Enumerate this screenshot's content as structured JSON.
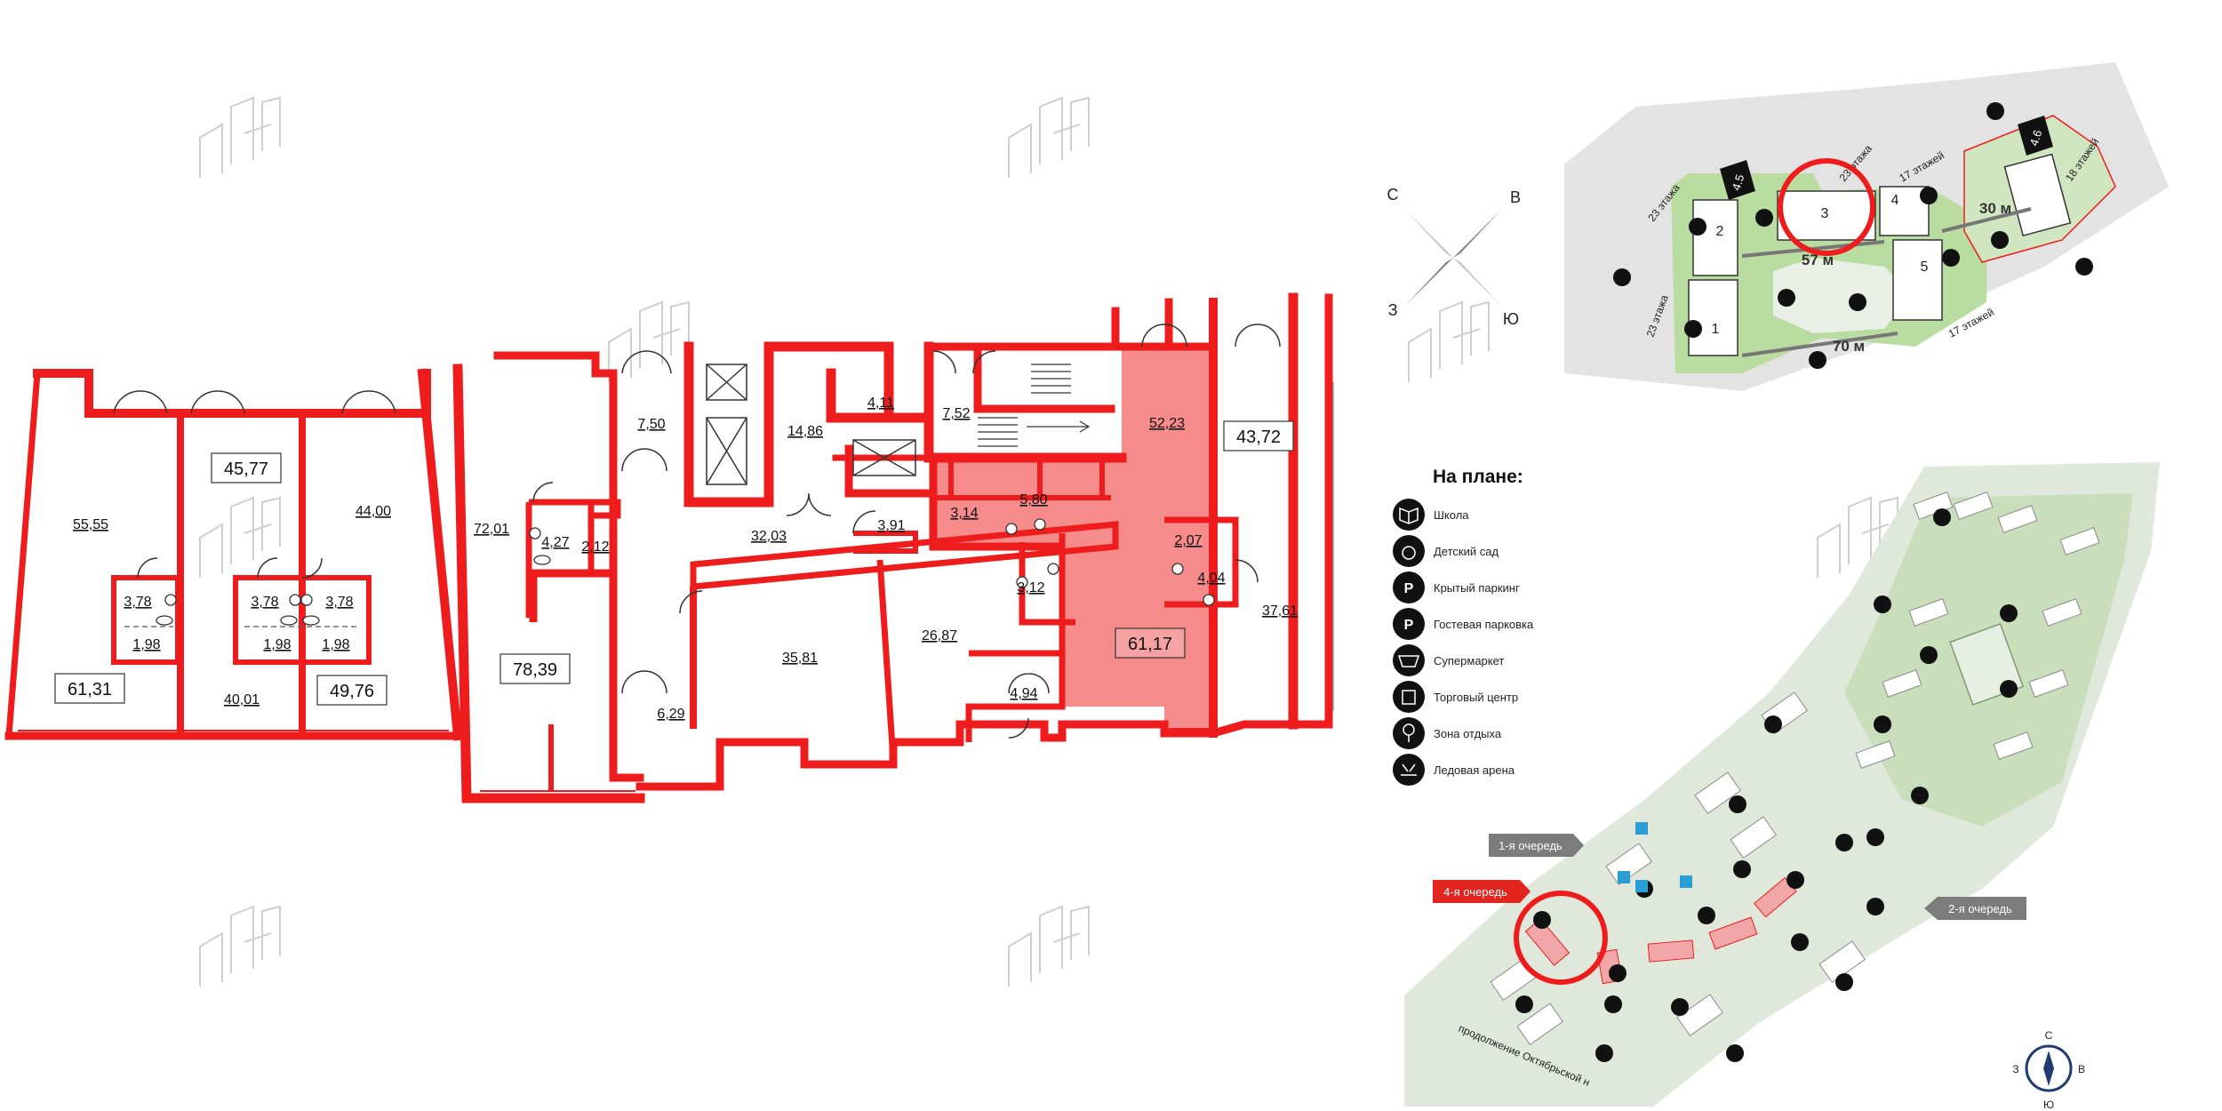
{
  "floor_plan": {
    "areas": [
      {
        "id": "a1",
        "value": "55,55",
        "boxed": false
      },
      {
        "id": "a2",
        "value": "45,77",
        "boxed": true
      },
      {
        "id": "a3",
        "value": "44,00",
        "boxed": false
      },
      {
        "id": "a4",
        "value": "3,78",
        "boxed": false
      },
      {
        "id": "a5",
        "value": "1,98",
        "boxed": false
      },
      {
        "id": "a6",
        "value": "3,78",
        "boxed": false
      },
      {
        "id": "a7",
        "value": "3,78",
        "boxed": false
      },
      {
        "id": "a8",
        "value": "1,98",
        "boxed": false
      },
      {
        "id": "a9",
        "value": "1,98",
        "boxed": false
      },
      {
        "id": "a10",
        "value": "61,31",
        "boxed": true
      },
      {
        "id": "a11",
        "value": "40,01",
        "boxed": false
      },
      {
        "id": "a12",
        "value": "49,76",
        "boxed": true
      },
      {
        "id": "a13",
        "value": "72,01",
        "boxed": false
      },
      {
        "id": "a14",
        "value": "4,27",
        "boxed": false
      },
      {
        "id": "a15",
        "value": "2,12",
        "boxed": false
      },
      {
        "id": "a16",
        "value": "78,39",
        "boxed": true
      },
      {
        "id": "a17",
        "value": "7,50",
        "boxed": false
      },
      {
        "id": "a18",
        "value": "14,86",
        "boxed": false
      },
      {
        "id": "a19",
        "value": "4,11",
        "boxed": false
      },
      {
        "id": "a20",
        "value": "7,52",
        "boxed": false
      },
      {
        "id": "a21",
        "value": "32,03",
        "boxed": false
      },
      {
        "id": "a22",
        "value": "3,91",
        "boxed": false
      },
      {
        "id": "a23",
        "value": "3,14",
        "boxed": false
      },
      {
        "id": "a24",
        "value": "5,80",
        "boxed": false
      },
      {
        "id": "a25",
        "value": "52,23",
        "boxed": false
      },
      {
        "id": "a26",
        "value": "43,72",
        "boxed": true
      },
      {
        "id": "a27",
        "value": "2,07",
        "boxed": false
      },
      {
        "id": "a28",
        "value": "4,04",
        "boxed": false
      },
      {
        "id": "a29",
        "value": "3,12",
        "boxed": false
      },
      {
        "id": "a30",
        "value": "61,17",
        "boxed": true
      },
      {
        "id": "a31",
        "value": "37,61",
        "boxed": false
      },
      {
        "id": "a32",
        "value": "35,81",
        "boxed": false
      },
      {
        "id": "a33",
        "value": "26,87",
        "boxed": false
      },
      {
        "id": "a34",
        "value": "4,94",
        "boxed": false
      },
      {
        "id": "a35",
        "value": "6,29",
        "boxed": false
      }
    ]
  },
  "compass": {
    "n": "С",
    "e": "В",
    "s": "Ю",
    "w": "З"
  },
  "site_plan": {
    "buildings": [
      "1",
      "2",
      "3",
      "4",
      "5"
    ],
    "badges": [
      "4.5",
      "4.6"
    ],
    "floors": [
      "23 этажа",
      "23 этажа",
      "23 этажа",
      "17 этажей",
      "17 этажей",
      "18 этажей"
    ],
    "distances": [
      "57 м",
      "70 м",
      "30 м"
    ]
  },
  "legend": {
    "title": "На плане:",
    "items": [
      {
        "icon": "school-icon",
        "label": "Школа"
      },
      {
        "icon": "kindergarten-icon",
        "label": "Детский сад"
      },
      {
        "icon": "covered-parking-icon",
        "label": "Крытый паркинг"
      },
      {
        "icon": "guest-parking-icon",
        "label": "Гостевая парковка"
      },
      {
        "icon": "supermarket-icon",
        "label": "Супермаркет"
      },
      {
        "icon": "shopping-center-icon",
        "label": "Торговый центр"
      },
      {
        "icon": "recreation-zone-icon",
        "label": "Зона отдыха"
      },
      {
        "icon": "ice-arena-icon",
        "label": "Ледовая арена"
      }
    ]
  },
  "master_plan": {
    "queues": [
      "1-я очередь",
      "4-я очередь",
      "2-я очередь"
    ],
    "street": "продолжение Октябрьской н",
    "mini_compass": {
      "n": "С",
      "e": "В",
      "s": "Ю",
      "w": "З"
    }
  },
  "colors": {
    "wall": "#ee1c1c",
    "highlight": "#f48585",
    "green": "#b9dca0",
    "grey": "#e3e3e3",
    "queue_red": "#e2251f",
    "queue_grey": "#7c7c7c"
  }
}
